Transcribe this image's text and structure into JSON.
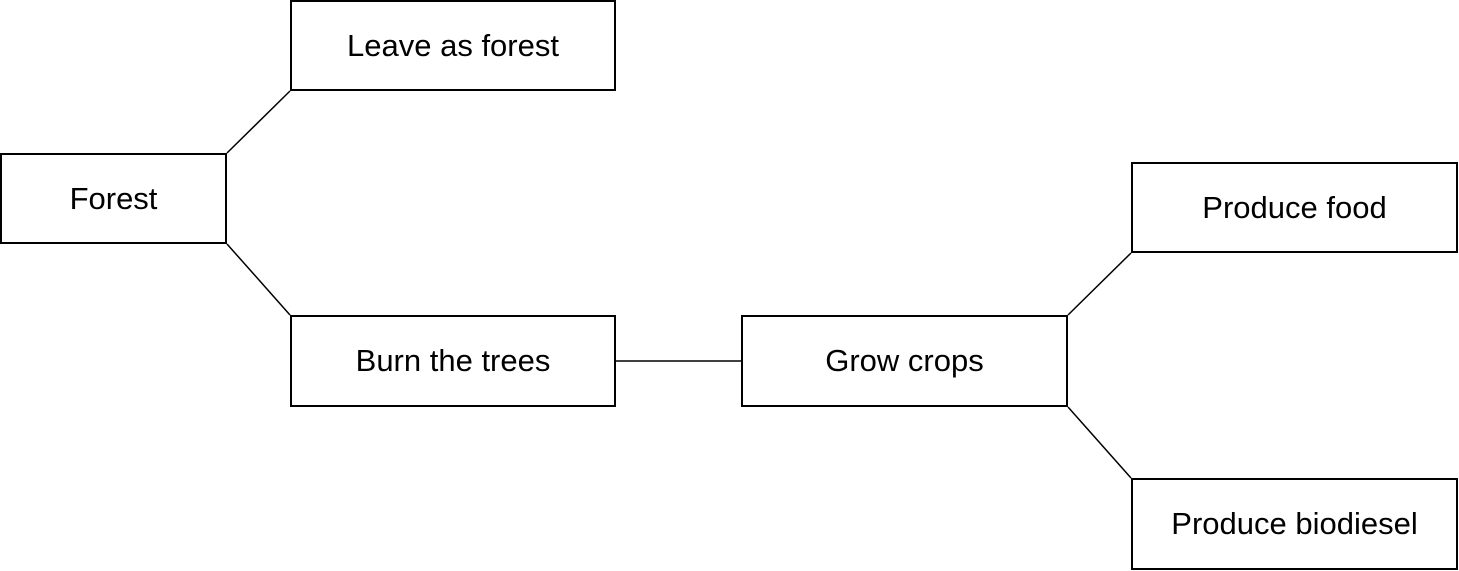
{
  "diagram": {
    "nodes": {
      "forest": "Forest",
      "leave_as_forest": "Leave as forest",
      "burn_the_trees": "Burn the trees",
      "grow_crops": "Grow crops",
      "produce_food": "Produce food",
      "produce_biodiesel": "Produce biodiesel"
    },
    "edges": [
      [
        "forest",
        "leave_as_forest"
      ],
      [
        "forest",
        "burn_the_trees"
      ],
      [
        "burn_the_trees",
        "grow_crops"
      ],
      [
        "grow_crops",
        "produce_food"
      ],
      [
        "grow_crops",
        "produce_biodiesel"
      ]
    ],
    "colors": {
      "stroke": "#000000",
      "background": "#ffffff"
    }
  }
}
